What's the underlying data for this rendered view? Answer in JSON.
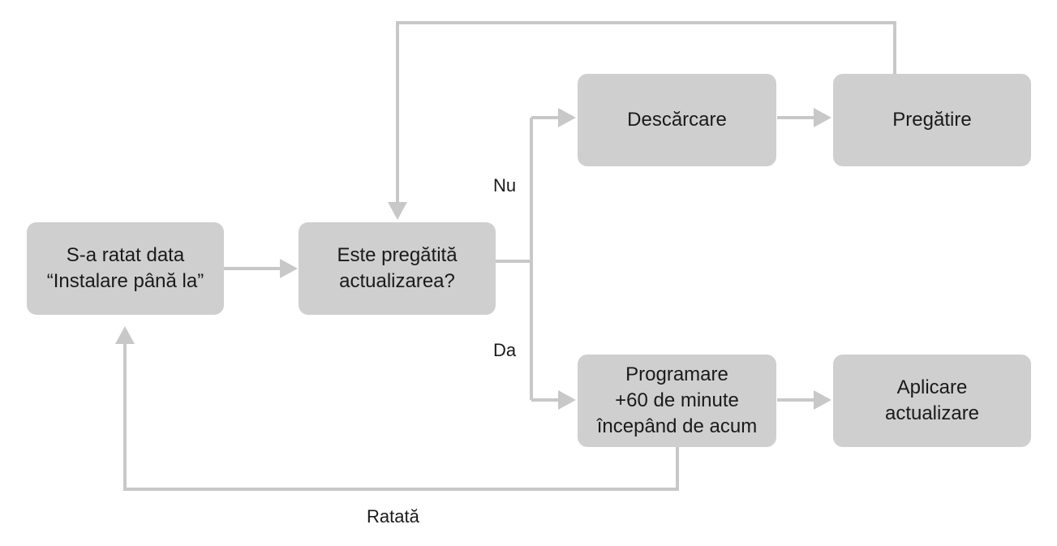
{
  "nodes": {
    "missed": "S-a ratat data\n“Instalare până la”",
    "ready_check": "Este pregătită\nactualizarea?",
    "download": "Descărcare",
    "prepare": "Pregătire",
    "schedule": "Programare\n+60 de minute\nîncepând de acum",
    "apply": "Aplicare\nactualizare"
  },
  "edge_labels": {
    "no": "Nu",
    "yes": "Da",
    "missed": "Ratată"
  },
  "colors": {
    "node_fill": "#cfcfcf",
    "connector": "#c8c8c8",
    "text": "#1a1a1a"
  }
}
